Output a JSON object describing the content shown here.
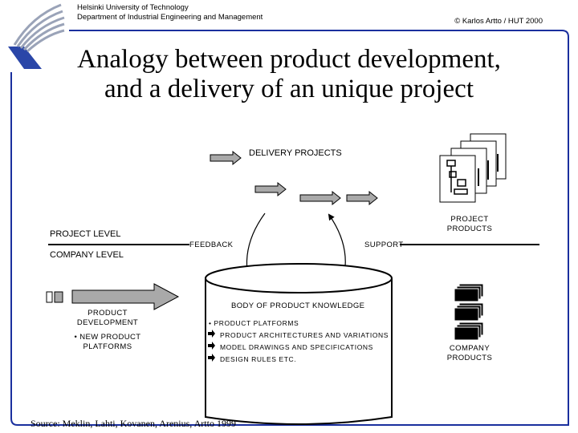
{
  "header": {
    "university": "Helsinki University of Technology",
    "department": "Department of Industrial Engineering and Management",
    "copyright": "© Karlos Artto / HUT 2000"
  },
  "title_line1": "Analogy between product development,",
  "title_line2": "and a delivery of an unique project",
  "labels": {
    "delivery_projects": "DELIVERY PROJECTS",
    "project_products_1": "PROJECT",
    "project_products_2": "PRODUCTS",
    "project_level": "PROJECT LEVEL",
    "company_level": "COMPANY LEVEL",
    "feedback": "FEEDBACK",
    "support": "SUPPORT",
    "product_development_1": "PRODUCT",
    "product_development_2": "DEVELOPMENT",
    "new_platforms_1": "• NEW PRODUCT",
    "new_platforms_2": "PLATFORMS",
    "body_title": "BODY OF PRODUCT KNOWLEDGE",
    "company_products_1": "COMPANY",
    "company_products_2": "PRODUCTS"
  },
  "knowledge_items": [
    "• PRODUCT PLATFORMS",
    "PRODUCT ARCHITECTURES AND VARIATIONS",
    "MODEL DRAWINGS AND SPECIFICATIONS",
    "DESIGN RULES ETC."
  ],
  "source": "Source: Meklin, Lahti, Kovanen, Arenius, Artto 1999",
  "colors": {
    "frame_blue": "#1a2f9e",
    "arrow_gray": "#a9a9a9",
    "logo_blue": "#2a46a8"
  }
}
